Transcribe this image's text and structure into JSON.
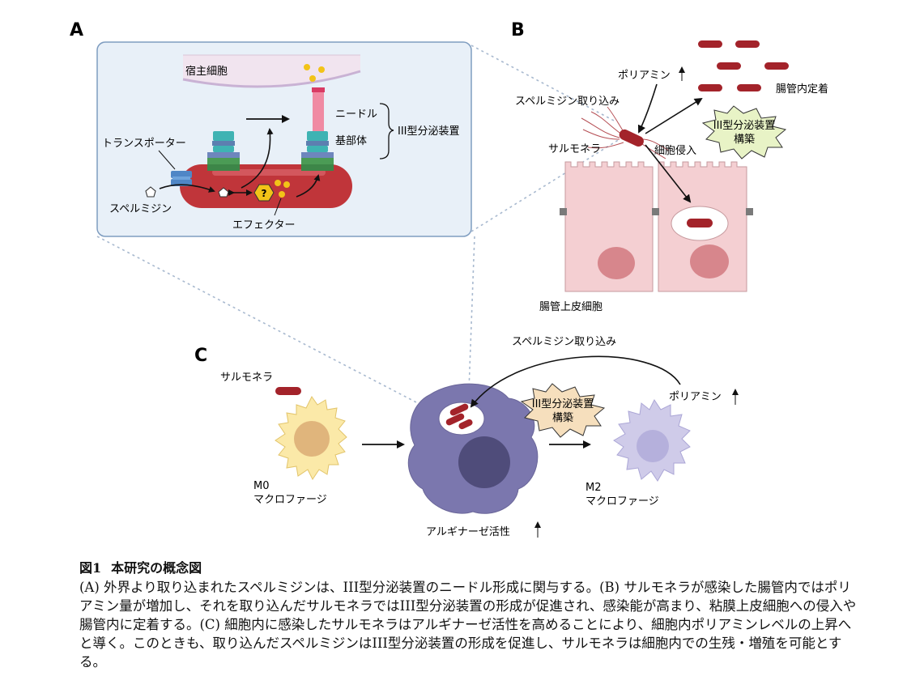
{
  "panels": {
    "A": {
      "letter": "A",
      "host_cell": "宿主細胞",
      "transporter": "トランスポーター",
      "spermidine": "スペルミジン",
      "needle": "ニードル",
      "basal_body": "基部体",
      "t3ss": "III型分泌装置",
      "effector": "エフェクター",
      "unknown_mark": "?"
    },
    "B": {
      "letter": "B",
      "polyamine": "ポリアミン",
      "spermidine_uptake": "スペルミジン取り込み",
      "salmonella": "サルモネラ",
      "t3ss_line1": "III型分泌装置",
      "t3ss_line2": "構築",
      "cell_invasion": "細胞侵入",
      "intestinal_colonization": "腸管内定着",
      "epithelial_cells": "腸管上皮細胞"
    },
    "C": {
      "letter": "C",
      "salmonella": "サルモネラ",
      "spermidine_uptake": "スペルミジン取り込み",
      "polyamine": "ポリアミン",
      "t3ss_line1": "III型分泌装置",
      "t3ss_line2": "構築",
      "m0_line1": "M0",
      "m0_line2": "マクロファージ",
      "m2_line1": "M2",
      "m2_line2": "マクロファージ",
      "arginase": "アルギナーゼ活性"
    }
  },
  "caption": {
    "label": "図1",
    "title": "本研究の概念図",
    "body": "(A) 外界より取り込まれたスペルミジンは、III型分泌装置のニードル形成に関与する。(B) サルモネラが感染した腸管内ではポリアミン量が増加し、それを取り込んだサルモネラではIII型分泌装置の形成が促進され、感染能が高まり、粘膜上皮細胞への侵入や腸管内に定着する。(C) 細胞内に感染したサルモネラはアルギナーゼ活性を高めることにより、細胞内ポリアミンレベルの上昇へと導く。このときも、取り込んだスペルミジンはIII型分泌装置の形成を促進し、サルモネラは細胞内での生残・増殖を可能とする。"
  },
  "colors": {
    "bacterium": "#b8282e",
    "panel_bg": "#e8f0f8",
    "panel_border": "#7f9dc0",
    "epithelium": "#f4cfd2",
    "nucleus": "#d7868c",
    "m0_fill": "#fbe9a8",
    "m0_nucleus": "#e0b57c",
    "macrophage_dark": "#7b77ae",
    "m2_fill": "#cfcbe9",
    "t3ss_burst_green": "#e8f3c6",
    "t3ss_burst_tan": "#f6dfbd"
  }
}
